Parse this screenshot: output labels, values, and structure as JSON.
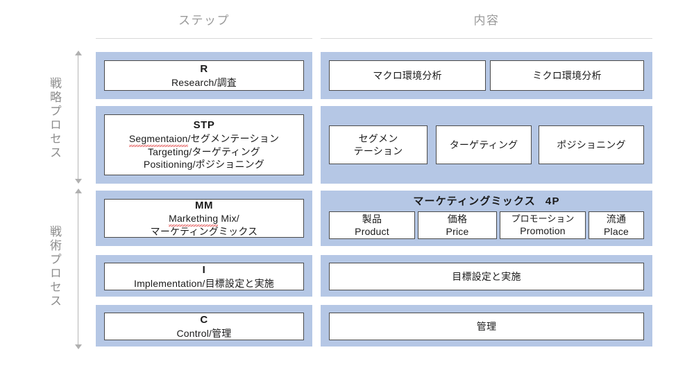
{
  "headers": {
    "step": "ステップ",
    "content": "内容"
  },
  "process_labels": {
    "strategy": "戦略プロセス",
    "tactics": "戦術プロセス"
  },
  "colors": {
    "band_blue": "#b5c7e5",
    "box_border": "#4a4a4a",
    "header_text": "#9a9a9a",
    "arrow": "#b0b0b0",
    "spellcheck_red": "#e24b4b"
  },
  "rows": [
    {
      "id": "research",
      "step": {
        "title": "R",
        "lines": [
          "Research/調査"
        ]
      },
      "content_boxes": [
        "マクロ環境分析",
        "ミクロ環境分析"
      ]
    },
    {
      "id": "stp",
      "step": {
        "title": "STP",
        "lines": [
          "Segmentaion/セグメンテーション",
          "Targeting/ターゲティング",
          "Positioning/ポジショニング"
        ],
        "misspelled": "Segmentaion"
      },
      "content_boxes": [
        "セグメン\nテーション",
        "ターゲティング",
        "ポジショニング"
      ]
    },
    {
      "id": "mm",
      "step": {
        "title": "MM",
        "lines": [
          "Markething Mix/",
          "マーケティングミックス"
        ],
        "misspelled": "Markething"
      },
      "content_heading": "マーケティングミックス",
      "content_heading_suffix": "4P",
      "content_boxes": [
        {
          "jp": "製品",
          "en": "Product"
        },
        {
          "jp": "価格",
          "en": "Price"
        },
        {
          "jp": "プロモーション",
          "en": "Promotion"
        },
        {
          "jp": "流通",
          "en": "Place"
        }
      ]
    },
    {
      "id": "implementation",
      "step": {
        "title": "I",
        "lines": [
          "Implementation/目標設定と実施"
        ]
      },
      "content_boxes": [
        "目標設定と実施"
      ]
    },
    {
      "id": "control",
      "step": {
        "title": "C",
        "lines": [
          "Control/管理"
        ]
      },
      "content_boxes": [
        "管理"
      ]
    }
  ]
}
